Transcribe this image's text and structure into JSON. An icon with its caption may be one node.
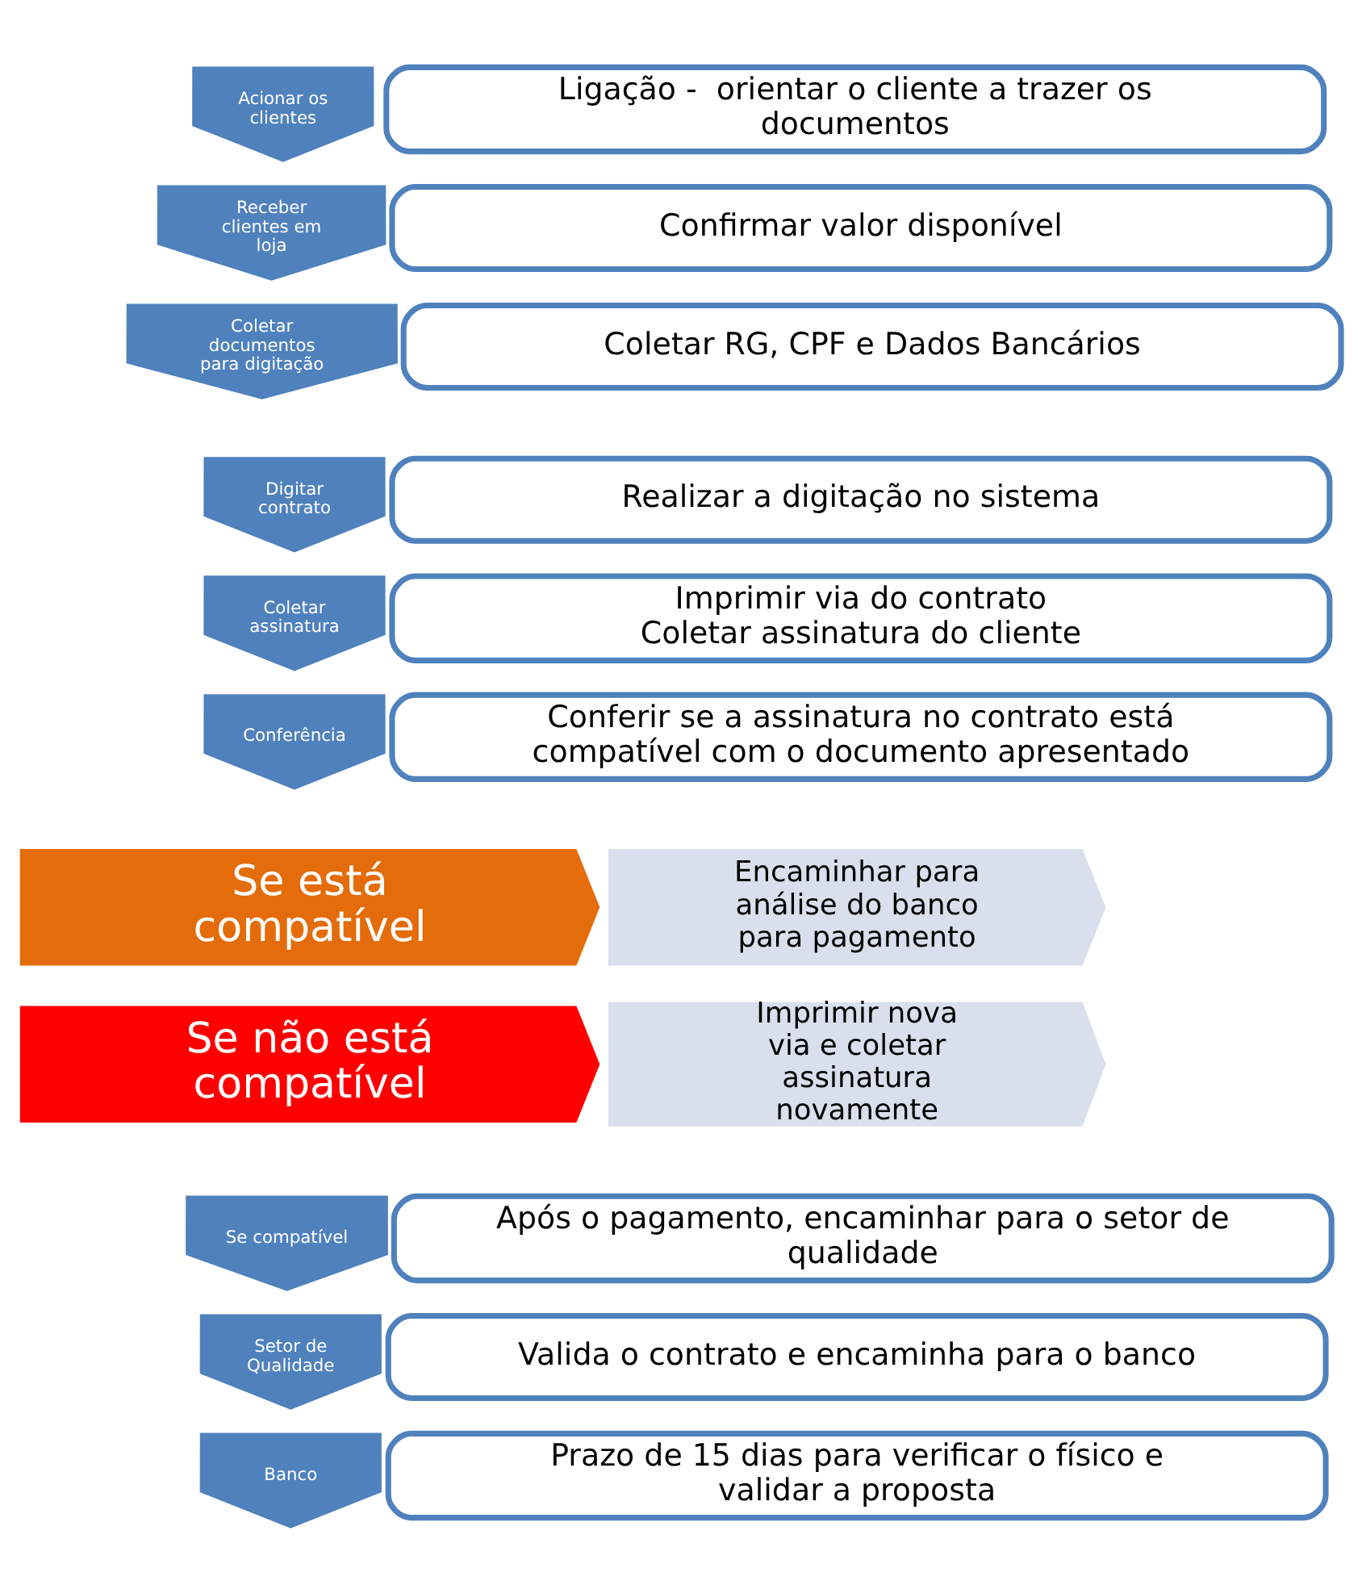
{
  "diagram": {
    "nodes": [
      {
        "text": [
          "Acionar os clientes"
        ]
      },
      {
        "text": [
          "Ligação -  orientar o cliente a trazer os documentos"
        ]
      },
      {
        "text": [
          "Receber clientes em loja"
        ]
      },
      {
        "text": [
          "Confirmar valor disponível"
        ]
      },
      {
        "text": [
          "Coletar documentos para digitação"
        ]
      },
      {
        "text": [
          "Coletar RG, CPF e Dados Bancários"
        ]
      },
      {
        "text": [
          "Digitar contrato"
        ]
      },
      {
        "text": [
          "Realizar a digitação no sistema"
        ]
      },
      {
        "text": [
          "Coletar assinatura"
        ]
      },
      {
        "text": [
          "Imprimir via do contrato",
          "Coletar assinatura do cliente"
        ]
      },
      {
        "text": [
          "Conferência"
        ]
      },
      {
        "text": [
          "Conferir se a assinatura no contrato está compatível com o documento apresentado"
        ]
      },
      {
        "text": [
          "Se está compatível"
        ]
      },
      {
        "text": [
          "Encaminhar para análise do banco para pagamento"
        ]
      },
      {
        "text": [
          "Se não está compatível"
        ]
      },
      {
        "text": [
          "Imprimir nova via e coletar assinatura novamente"
        ]
      },
      {
        "text": [
          "Se compatível"
        ]
      },
      {
        "text": [
          "Após o pagamento, encaminhar para o setor de qualidade"
        ]
      },
      {
        "text": [
          "Setor de Qualidade"
        ]
      },
      {
        "text": [
          "Valida o contrato e encaminha para o banco"
        ]
      },
      {
        "text": [
          "Banco"
        ]
      },
      {
        "text": [
          "Prazo de 15 dias para verificar o físico e validar a proposta"
        ]
      }
    ]
  }
}
